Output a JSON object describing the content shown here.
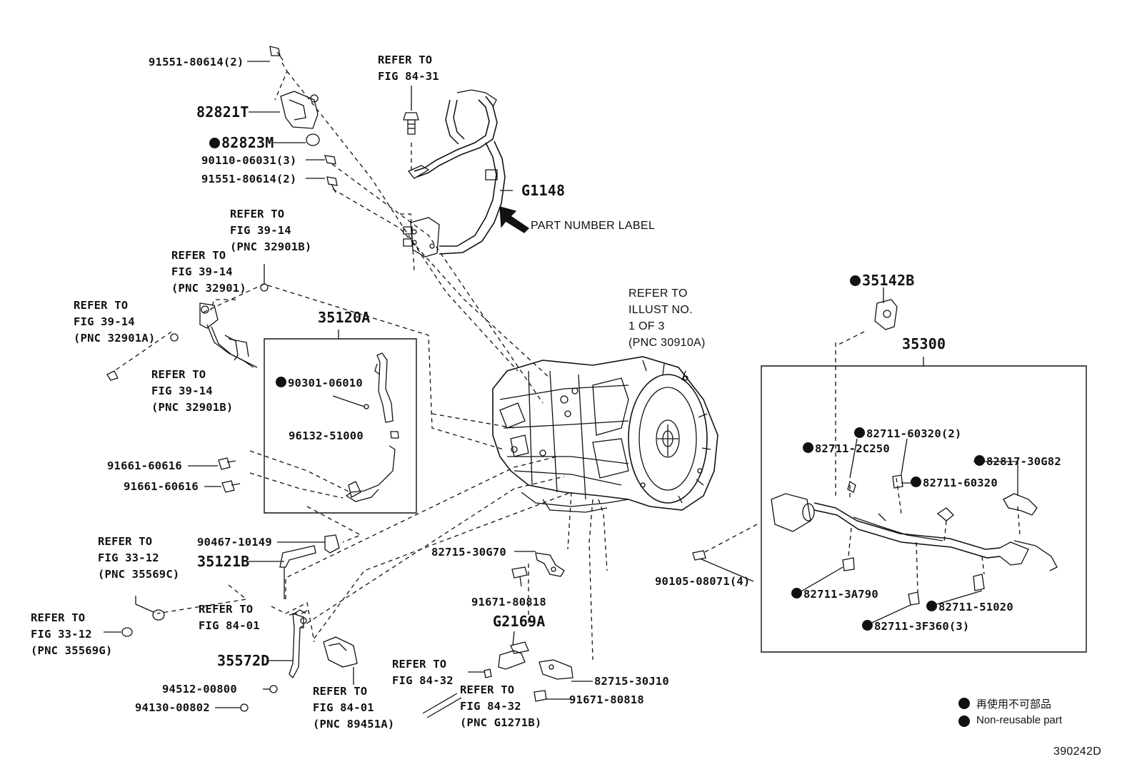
{
  "labels": {
    "p_91551_a": "91551-80614(2)",
    "p_82821t": "82821T",
    "p_82823m": "82823M",
    "p_90110": "90110-06031(3)",
    "p_91551_b": "91551-80614(2)",
    "refer_84_31": "REFER TO\nFIG 84-31",
    "p_g1148": "G1148",
    "part_number_label": "PART NUMBER LABEL",
    "refer_3914_b1": "REFER TO\nFIG 39-14\n(PNC 32901B)",
    "refer_3914_a": "REFER TO\nFIG 39-14\n(PNC 32901)",
    "refer_3914_c": "REFER TO\nFIG 39-14\n(PNC 32901A)",
    "refer_3914_b2": "REFER TO\nFIG 39-14\n(PNC 32901B)",
    "p_35120a": "35120A",
    "p_90301": "90301-06010",
    "p_96132": "96132-51000",
    "p_91661_a": "91661-60616",
    "p_91661_b": "91661-60616",
    "refer_illust": "REFER TO\nILLUST NO.\n1 OF 3\n(PNC 30910A)",
    "p_35142b": "35142B",
    "p_35300": "35300",
    "p_82711_60320_2": "82711-60320(2)",
    "p_82711_2c250": "82711-2C250",
    "p_82817": "82817-30G82",
    "p_82711_60320": "82711-60320",
    "p_90105": "90105-08071(4)",
    "p_82711_3a790": "82711-3A790",
    "p_82711_51020": "82711-51020",
    "p_82711_3f360": "82711-3F360(3)",
    "refer_3312_c": "REFER TO\nFIG 33-12\n(PNC 35569C)",
    "p_90467": "90467-10149",
    "p_35121b": "35121B",
    "refer_3312_g": "REFER TO\nFIG 33-12\n(PNC 35569G)",
    "refer_8401_a": "REFER TO\nFIG 84-01",
    "p_35572d": "35572D",
    "p_94512": "94512-00800",
    "p_94130": "94130-00802",
    "refer_8401_b": "REFER TO\nFIG 84-01\n(PNC 89451A)",
    "p_82715_30g70": "82715-30G70",
    "p_91671_a": "91671-80818",
    "p_g2169a": "G2169A",
    "refer_8432_a": "REFER TO\nFIG 84-32",
    "refer_8432_b": "REFER TO\nFIG 84-32\n(PNC G1271B)",
    "p_82715_30j10": "82715-30J10",
    "p_91671_b": "91671-80818",
    "diagram_id": "390242D"
  },
  "legend": {
    "jp": "再使用不可部品",
    "en": "Non-reusable part"
  },
  "colors": {
    "ink": "#111111",
    "background": "#ffffff"
  }
}
